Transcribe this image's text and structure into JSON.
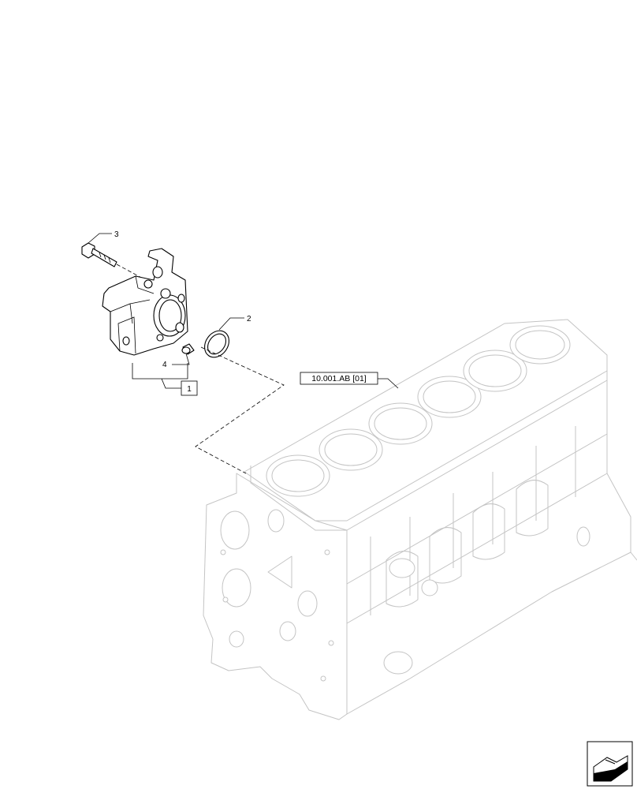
{
  "callouts": [
    {
      "label": "1"
    },
    {
      "label": "2"
    },
    {
      "label": "3"
    },
    {
      "label": "4"
    }
  ],
  "reference": {
    "label": "10.001.AB [01]"
  },
  "icons": {
    "navigation": "page-corner-arrow-icon"
  }
}
